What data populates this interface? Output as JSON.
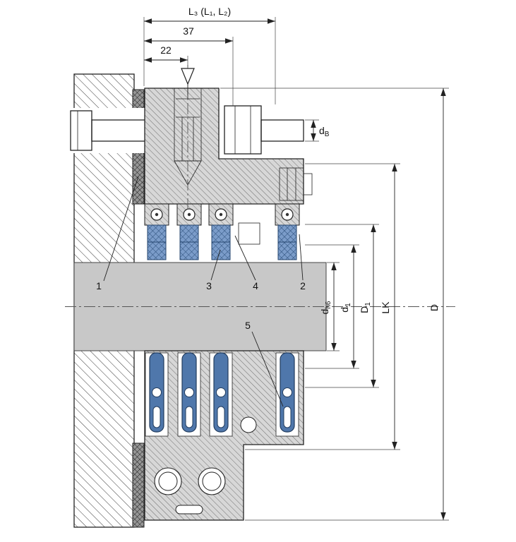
{
  "drawing": {
    "dimensions": {
      "overall_length": "L₃ (L₁, L₂)",
      "length_37": "37",
      "length_22": "22",
      "bolt_dia": {
        "main": "d",
        "sub": "B"
      },
      "shaft_dia": {
        "main": "d",
        "sub": "h6"
      },
      "bore_dia": {
        "main": "d",
        "sub": "1"
      },
      "hub_dia": {
        "main": "D",
        "sub": "1"
      },
      "bolt_circle": "LK",
      "outer_dia": "D"
    },
    "callouts": {
      "c1": "1",
      "c2": "2",
      "c3": "3",
      "c4": "4",
      "c5": "5"
    },
    "colors": {
      "pin_blue": "#4f77ab",
      "elastomer_blue": "#7b9cc9",
      "body_gray": "#d7d7d7",
      "shaft_gray": "#c8c8c8",
      "seal_gray": "#969696",
      "line": "#222222"
    }
  }
}
